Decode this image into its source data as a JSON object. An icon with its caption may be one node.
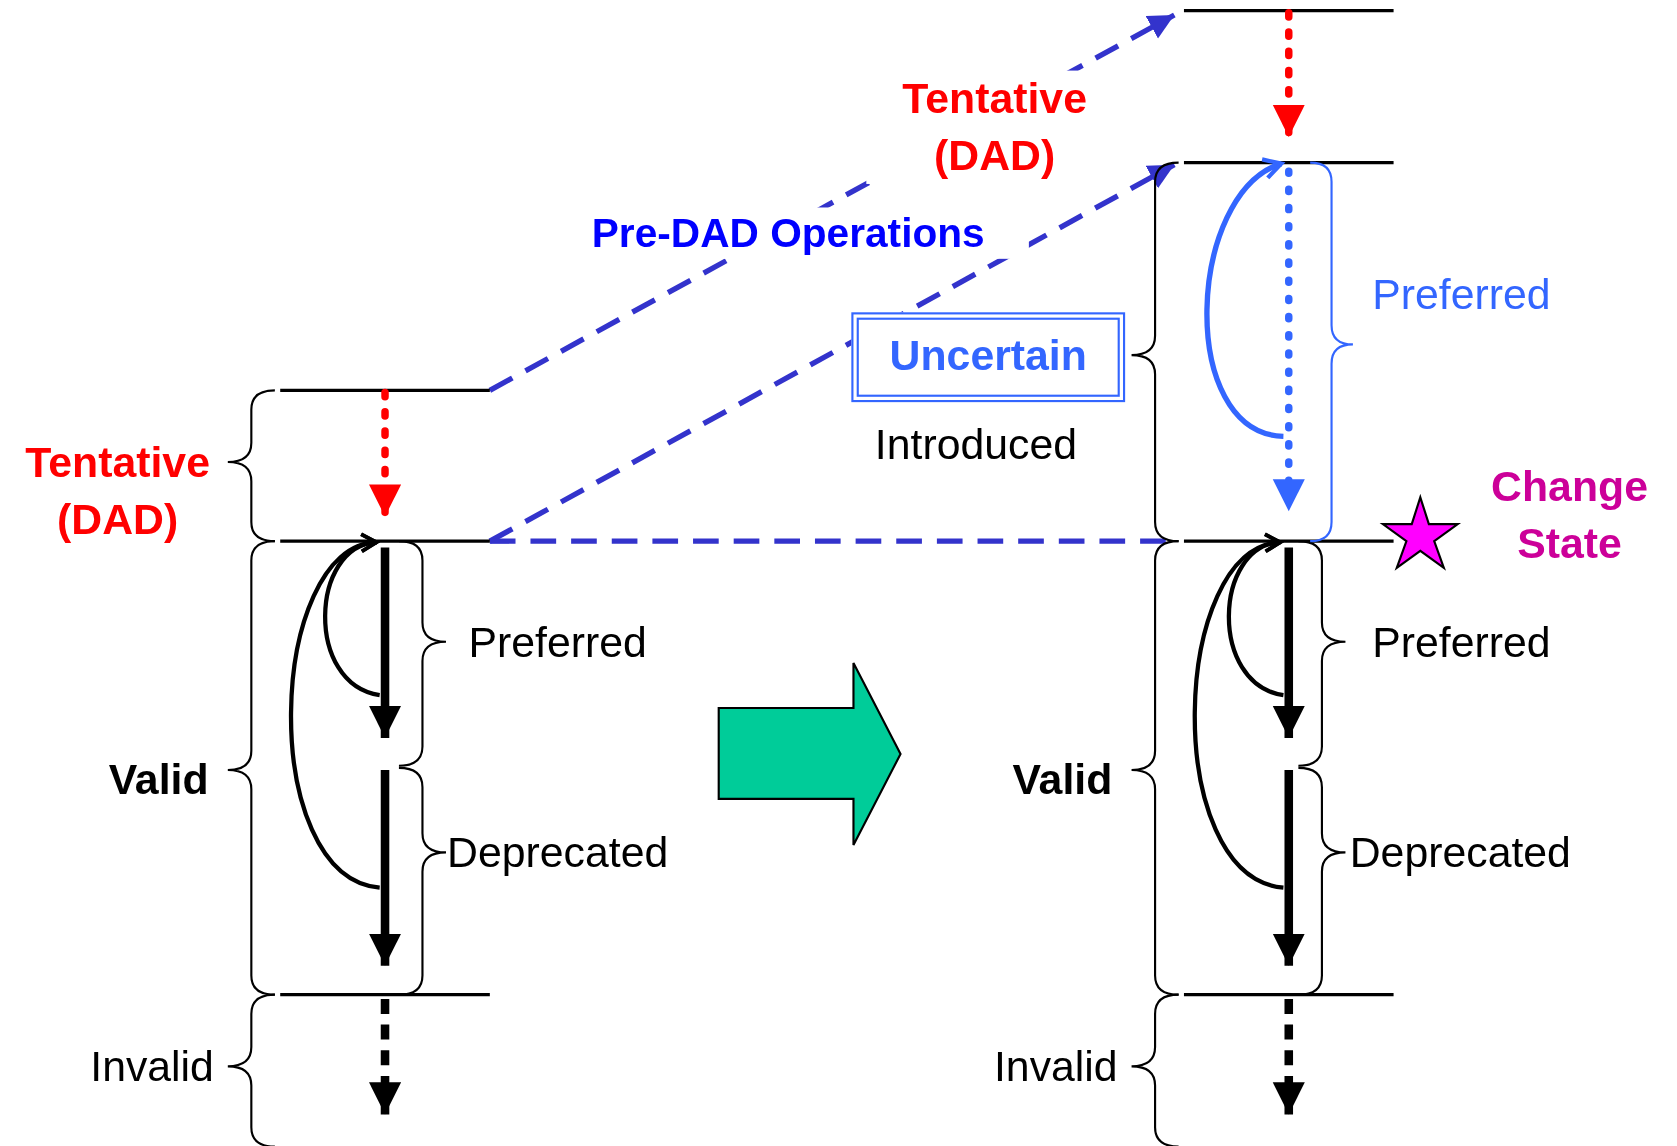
{
  "diagram": {
    "nodes": [
      {
        "text": [
          "Uncertain"
        ],
        "beside": [
          "Introduced"
        ]
      }
    ],
    "labels": [
      "Tentative (DAD)",
      "Pre-DAD Operations",
      "Preferred",
      "Tentative (DAD)",
      "Change State",
      "Preferred",
      "Preferred",
      "Valid",
      "Valid",
      "Deprecated",
      "Deprecated",
      "Invalid",
      "Invalid"
    ]
  }
}
